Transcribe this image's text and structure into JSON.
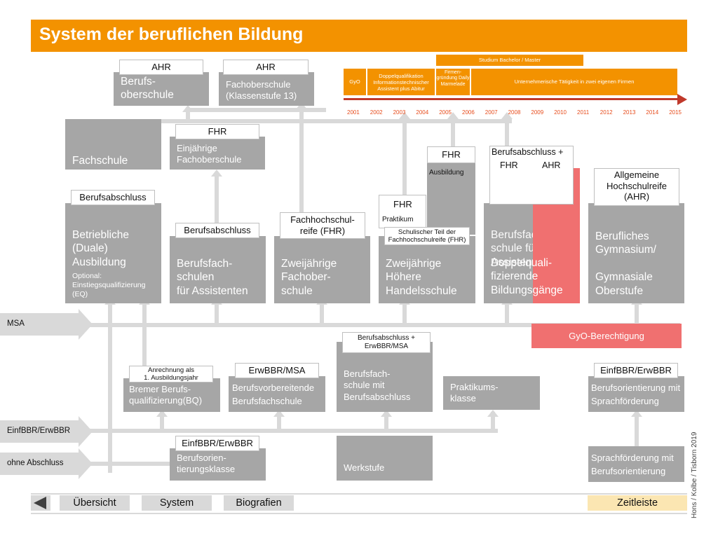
{
  "title": "System der beruflichen Bildung",
  "credit": "Hons / Kolbe / Tisborn 2019",
  "left_bands": {
    "msa": "MSA",
    "einf": "EinfBBR/ErwBBR",
    "ohne": "ohne Abschluss"
  },
  "top_boxes": {
    "berufsoberschule": {
      "tag": "AHR",
      "label": "Berufs-\noberschule"
    },
    "fachoberschule13": {
      "tag": "AHR",
      "label": "Fachoberschule\n(Klassenstufe 13)"
    },
    "fachschule": {
      "label": "Fachschule"
    },
    "einjaehrige": {
      "tag": "FHR",
      "label": "Einjährige\nFachoberschule"
    }
  },
  "timeline": {
    "studium": "Studium Bachelor / Master",
    "gyo": "GyO",
    "doppel": "Doppelqualifikation Informationstechnischer Assistent plus Abitur",
    "firmen": "Firmen-gründung Daily Marmelade",
    "unternehmerisch": "Unternehmerische Tätigkeit in zwei eigenen Firmen",
    "years": [
      "2001",
      "2002",
      "2003",
      "2004",
      "2005",
      "2006",
      "2007",
      "2008",
      "2009",
      "2010",
      "2011",
      "2012",
      "2013",
      "2014",
      "2015"
    ]
  },
  "middle_boxes": {
    "betriebliche": {
      "tag": "Berufsabschluss",
      "label": "Betriebliche\n(Duale)\nAusbildung",
      "optional": "Optional:\nEinstiegsqualifizierung\n(EQ)"
    },
    "assistenten": {
      "tag": "Berufsabschluss",
      "label": "Berufsfach-\nschulen\nfür Assistenten"
    },
    "zweijaehrige_fos": {
      "tag": "Fachhochschul-\nreife (FHR)",
      "label": "Zweijährige\nFachober-\nschule"
    },
    "handelsschule": {
      "tag_fhr": "FHR",
      "praktikum": "Praktikum",
      "tag_schul": "Schulischer Teil der\nFachhochschulreife (FHR)",
      "label": "Zweijährige\nHöhere\nHandelsschule"
    },
    "ausbildung_col": {
      "tag": "FHR",
      "label": "Ausbildung"
    },
    "doppelqual": {
      "tag_top": "Berufsabschluss +",
      "tag_fhr": "FHR",
      "tag_ahr": "AHR",
      "label_a": "Berufsfach-\nschule für\nAssistenten",
      "label_b": "Doppelquali-\nfizierende\nBildungsgänge"
    },
    "gymnasium": {
      "tag": "Allgemeine\nHochschulreife\n(AHR)",
      "label": "Berufliches\nGymnasium/\n\nGymnasiale\nOberstufe"
    }
  },
  "gyo_berechtigung": "GyO-Berechtigung",
  "lower_boxes": {
    "bremer": {
      "tag": "Anrechnung als\n1. Ausbildungsjahr",
      "label": "Bremer Berufs-\nqualifizierung(BQ)"
    },
    "berufsvorbereitende": {
      "tag": "ErwBBR/MSA",
      "label": "Berufsvorbereitende\nBerufsfachschule"
    },
    "bfs_abschluss": {
      "tag": "Berufsabschluss +\nErwBBR/MSA",
      "label": "Berufsfach-\nschule mit\nBerufsabschluss"
    },
    "praktikumsklasse": {
      "label": "Praktikums-\nklasse"
    },
    "berufsorientierung": {
      "tag": "EinfBBR/ErwBBR",
      "label": "Berufsorientierung mit\nSprachförderung"
    },
    "orientierungsklasse": {
      "tag": "EinfBBR/ErwBBR",
      "label": "Berufsorien-\ntierungsklasse"
    },
    "werkstufe": {
      "label": "Werkstufe"
    },
    "sprachfoerderung": {
      "label": "Sprachförderung mit\nBerufsorientierung"
    }
  },
  "nav": {
    "back_icon": "triangle-left-icon",
    "uebersicht": "Übersicht",
    "system": "System",
    "biografien": "Biografien",
    "zeitleiste": "Zeitleiste"
  },
  "colors": {
    "orange": "#f39200",
    "red": "#f07070",
    "gray": "#a6a6a6",
    "light": "#d9d9d9",
    "timeline_line": "#c0392b"
  }
}
